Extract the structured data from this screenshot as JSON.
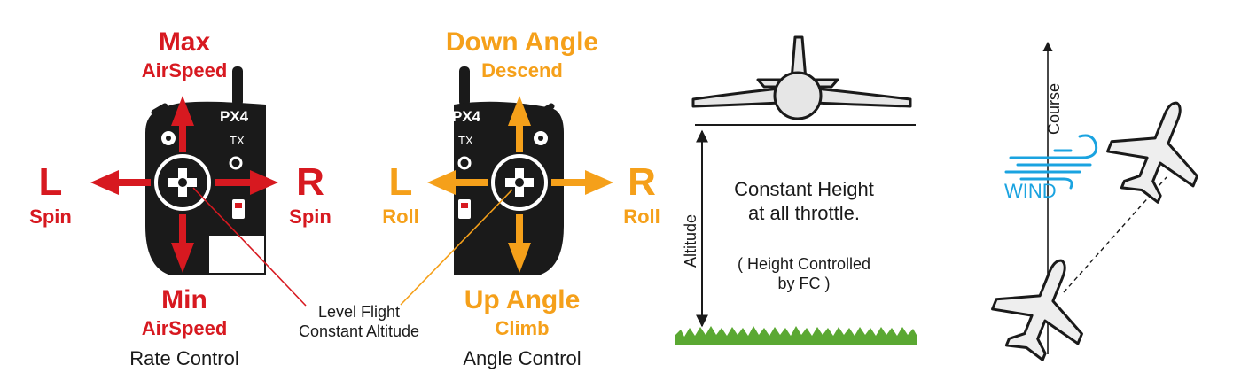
{
  "rate_control": {
    "top_main": "Max",
    "top_sub": "AirSpeed",
    "bottom_main": "Min",
    "bottom_sub": "AirSpeed",
    "left_main": "L",
    "left_sub": "Spin",
    "right_main": "R",
    "right_sub": "Spin",
    "caption": "Rate Control",
    "tx_brand": "PX4",
    "tx_sub": "TX"
  },
  "angle_control": {
    "top_main": "Down Angle",
    "top_sub": "Descend",
    "bottom_main": "Up Angle",
    "bottom_sub": "Climb",
    "left_main": "L",
    "left_sub": "Roll",
    "right_main": "R",
    "right_sub": "Roll",
    "caption": "Angle Control",
    "tx_brand": "PX4",
    "tx_sub": "TX"
  },
  "shared_note": {
    "line1": "Level Flight",
    "line2": "Constant Altitude"
  },
  "altitude_panel": {
    "axis_label": "Altitude",
    "title_line1": "Constant Height",
    "title_line2": "at all throttle.",
    "note_line1": "( Height Controlled",
    "note_line2": "by FC )"
  },
  "wind_panel": {
    "axis_label": "Course",
    "wind_label": "WIND"
  },
  "colors": {
    "rate": "#d71920",
    "angle": "#f5a01a",
    "wind": "#1aa3e0",
    "transmitter": "#1a1a1a",
    "grass": "#5aa832"
  },
  "icons": [
    "transmitter-icon",
    "airplane-front-icon",
    "airplane-top-icon",
    "wind-icon",
    "grass-icon"
  ]
}
